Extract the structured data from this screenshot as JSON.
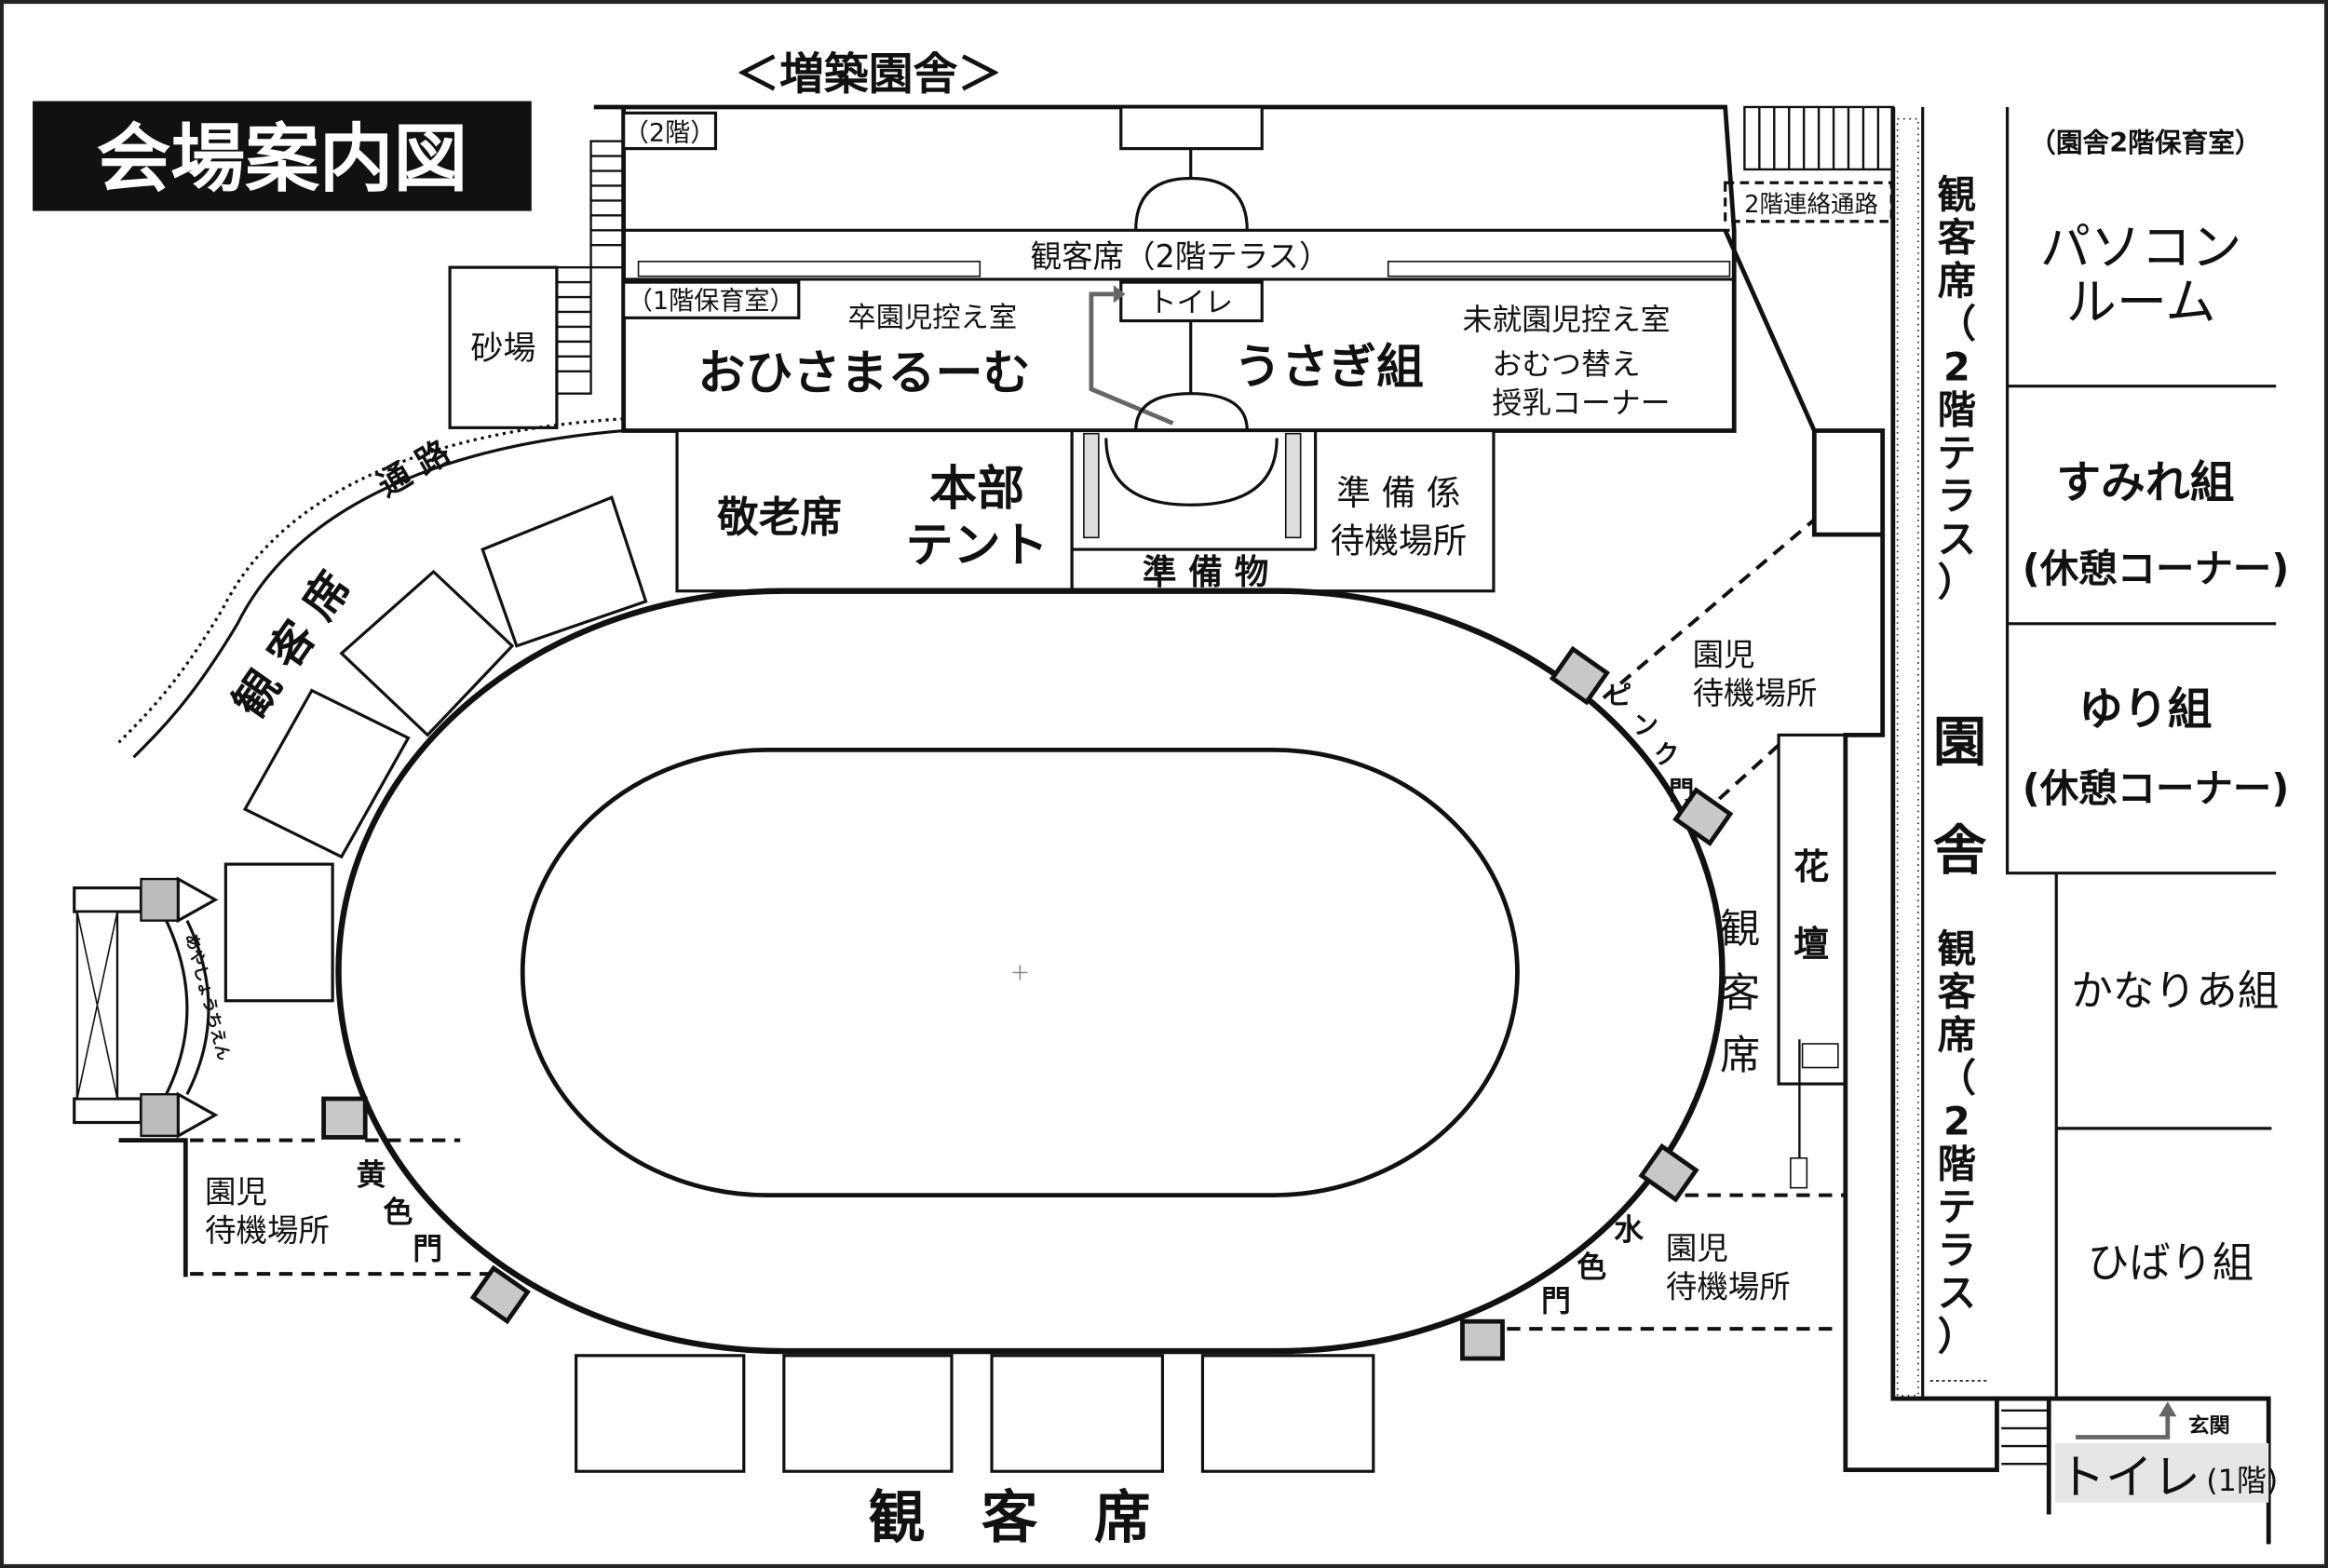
{
  "title": "会場案内図",
  "annex_title": "＜増築園舎＞",
  "annex": {
    "floor2": "（2階）",
    "terrace": "観客席（2階テラス）",
    "floor1_room": "（1階保育室）",
    "graduates_room": "卒園児控え室",
    "ohisama": "おひさまるーむ",
    "toilet": "トイレ",
    "usagi": "うさぎ組",
    "preschool_room": "未就園児控え室",
    "diaper1": "おむつ替え",
    "diaper2": "授乳コーナー",
    "corridor": "2階連絡通路"
  },
  "sandbox": "砂場",
  "path_label": "通 路",
  "left_seats": "観 客 席",
  "elder_seats": "敬老席",
  "hq_tent1": "本部",
  "hq_tent2": "テント",
  "prep_staff1": "準 備 係",
  "prep_staff2": "待機場所",
  "prep_items": "準 備 物",
  "gate_sign": "あやしょうちえん",
  "gates": {
    "pink": [
      "ピ",
      "ン",
      "ク",
      "門"
    ],
    "yellow": [
      "黄",
      "色",
      "門"
    ],
    "water": [
      "水",
      "色",
      "門"
    ]
  },
  "waiting_area1": "園児",
  "waiting_area2": "待機場所",
  "flowerbed": [
    "花",
    "壇"
  ],
  "right_seats": [
    "観",
    "客",
    "席"
  ],
  "bottom_seats": "観　客　席",
  "main_building": {
    "terrace_top": [
      "観",
      "客",
      "席",
      "（",
      "2",
      "階",
      "テ",
      "ラ",
      "ス",
      "）"
    ],
    "name": [
      "園",
      "舎"
    ],
    "terrace_bottom": [
      "観",
      "客",
      "席",
      "（",
      "2",
      "階",
      "テ",
      "ラ",
      "ス",
      "）"
    ],
    "floor2_room": "（園舎2階保育室）",
    "rooms": [
      {
        "l1": "パソコン",
        "l2": "ルーム"
      },
      {
        "l1": "すみれ組",
        "l2": "(休憩コーナー)"
      },
      {
        "l1": "ゆり組",
        "l2": "(休憩コーナー)"
      },
      {
        "l1": "かなりあ組",
        "l2": ""
      },
      {
        "l1": "ひばり組",
        "l2": ""
      }
    ],
    "entrance": "玄関",
    "toilet_1f": "トイレ",
    "toilet_1f_floor": "(1階)"
  }
}
